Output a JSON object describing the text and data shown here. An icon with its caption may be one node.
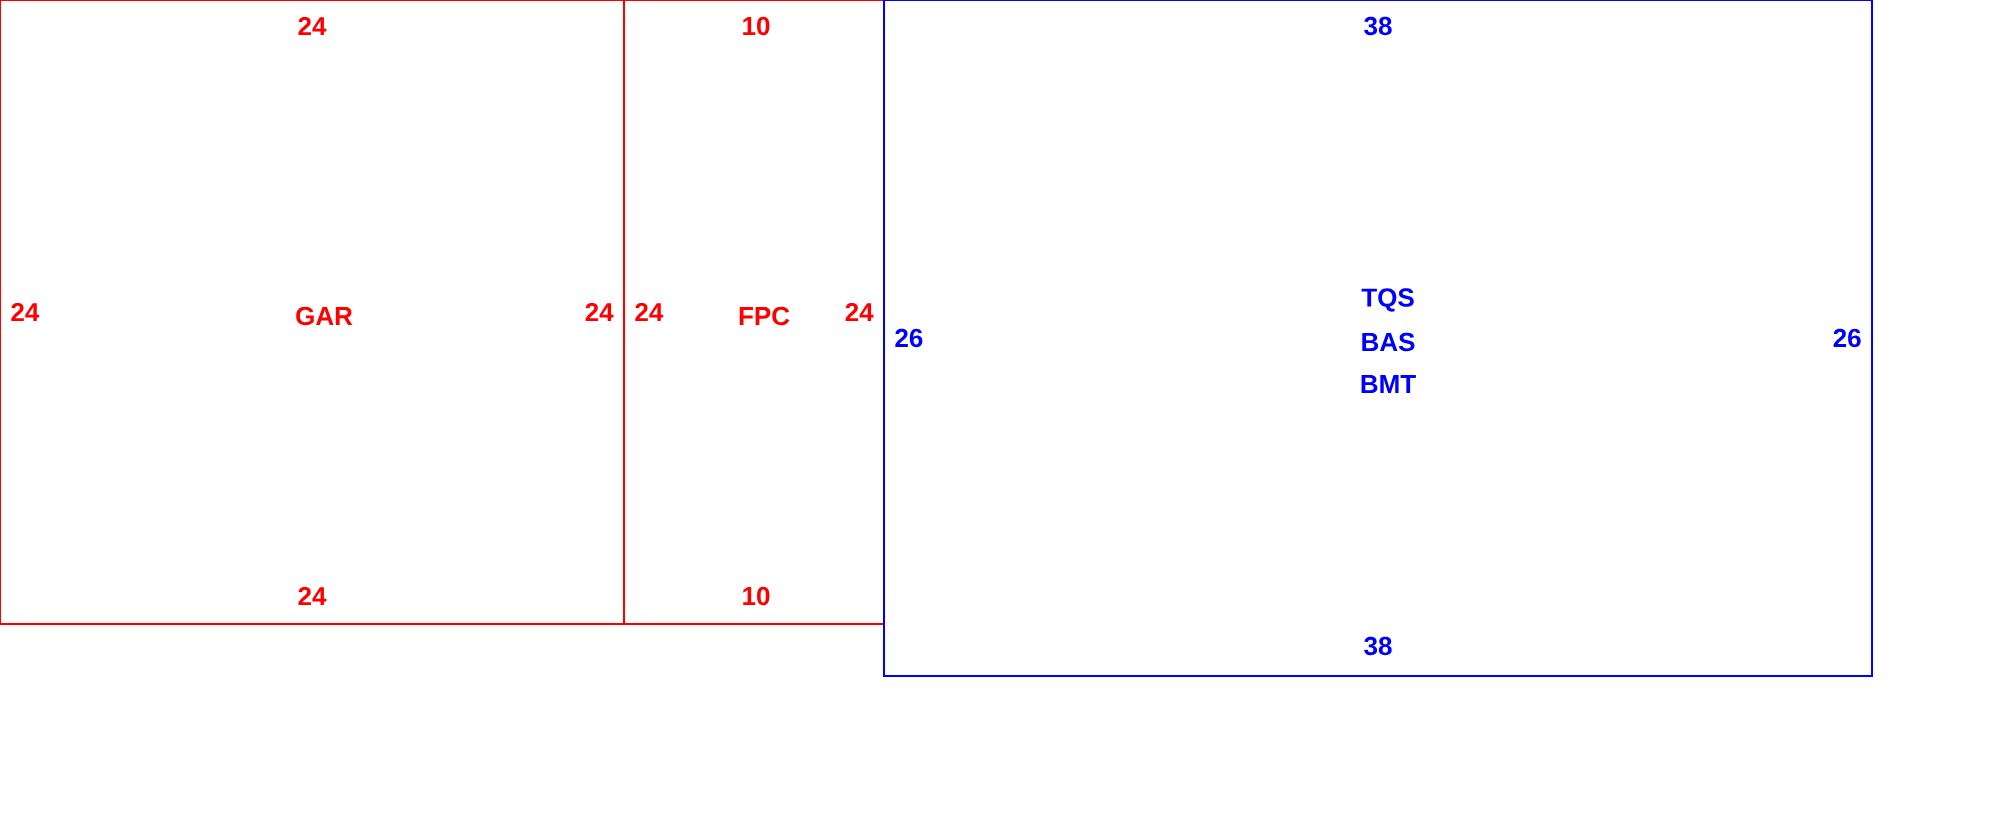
{
  "diagram": {
    "nodes": [
      {
        "text": [
          "24",
          "24",
          "GAR",
          "24",
          "24"
        ]
      },
      {
        "text": [
          "10",
          "24",
          "FPC",
          "24",
          "10"
        ]
      },
      {
        "text": [
          "38",
          "26",
          "TQS",
          "BAS",
          "BMT",
          "26",
          "38"
        ]
      }
    ]
  }
}
